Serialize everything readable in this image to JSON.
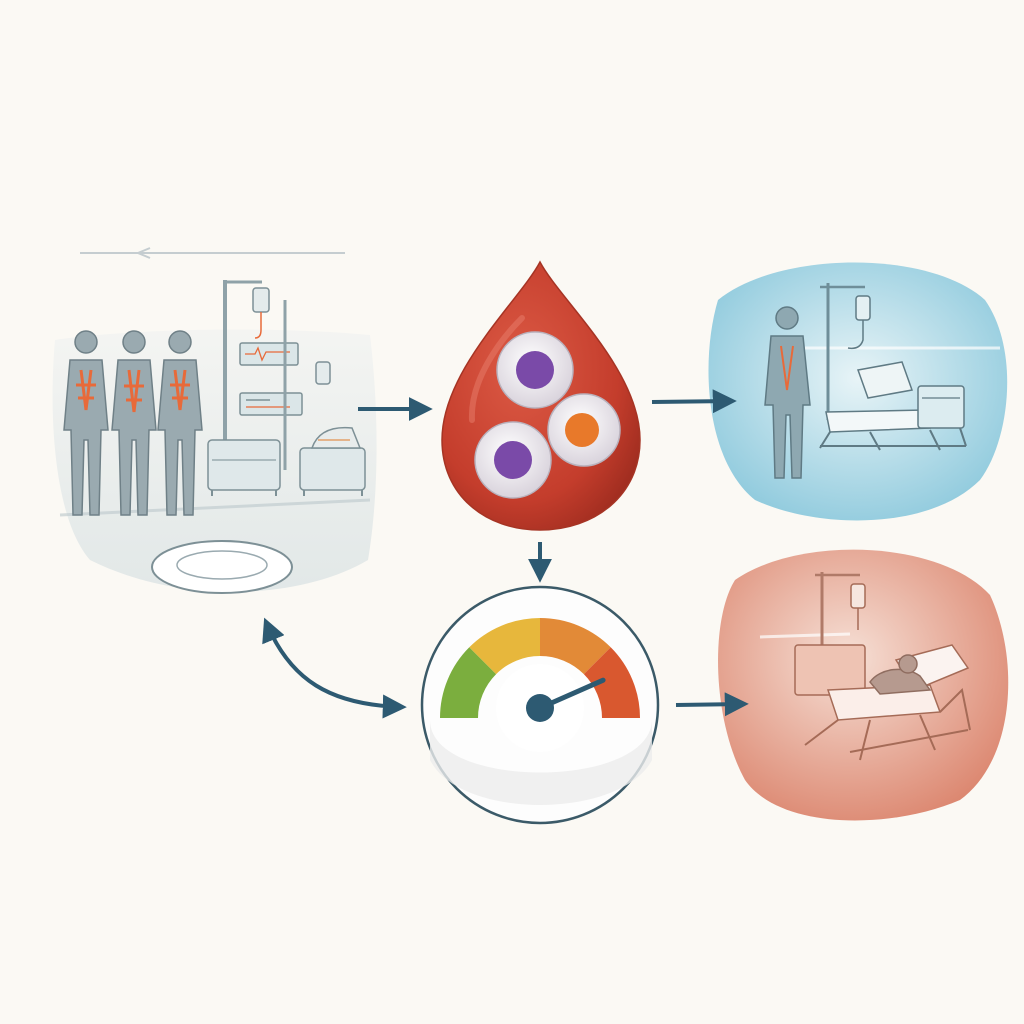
{
  "diagram": {
    "nodes": [
      {
        "id": "patient-cohort-scene",
        "icons": [
          "person-icon",
          "person-icon",
          "person-icon",
          "iv-pole-icon",
          "monitor-icon",
          "hospital-bed-icon",
          "dish-icon"
        ]
      },
      {
        "id": "blood-drop",
        "icons": [
          "blood-drop-icon",
          "cell-icon",
          "cell-icon",
          "cell-icon"
        ]
      },
      {
        "id": "risk-gauge",
        "icons": [
          "gauge-icon"
        ],
        "level": 0.8
      },
      {
        "id": "stable-outcome-scene",
        "icons": [
          "person-icon",
          "iv-pole-icon",
          "hospital-bed-icon"
        ]
      },
      {
        "id": "critical-outcome-scene",
        "icons": [
          "iv-pole-icon",
          "hospital-bed-icon",
          "patient-icon"
        ]
      }
    ],
    "edges": [
      {
        "from": "patient-cohort-scene",
        "to": "blood-drop"
      },
      {
        "from": "blood-drop",
        "to": "stable-outcome-scene"
      },
      {
        "from": "blood-drop",
        "to": "risk-gauge"
      },
      {
        "from": "patient-cohort-scene",
        "to": "risk-gauge"
      },
      {
        "from": "risk-gauge",
        "to": "critical-outcome-scene"
      }
    ]
  },
  "colors": {
    "background": "#fbf9f4",
    "arrow": "#2d5a72",
    "blood": "#c8402f",
    "cell-purple": "#7a4aa8",
    "cell-orange": "#e8792a",
    "stable-scene": "#a9d8e6",
    "critical-scene": "#e5a08c",
    "figure": "#9aaab0",
    "highlight": "#e86a3a",
    "gauge-green": "#7bae3e",
    "gauge-yellow": "#e7b73c",
    "gauge-orange": "#e28a37",
    "gauge-red": "#d9582f"
  }
}
